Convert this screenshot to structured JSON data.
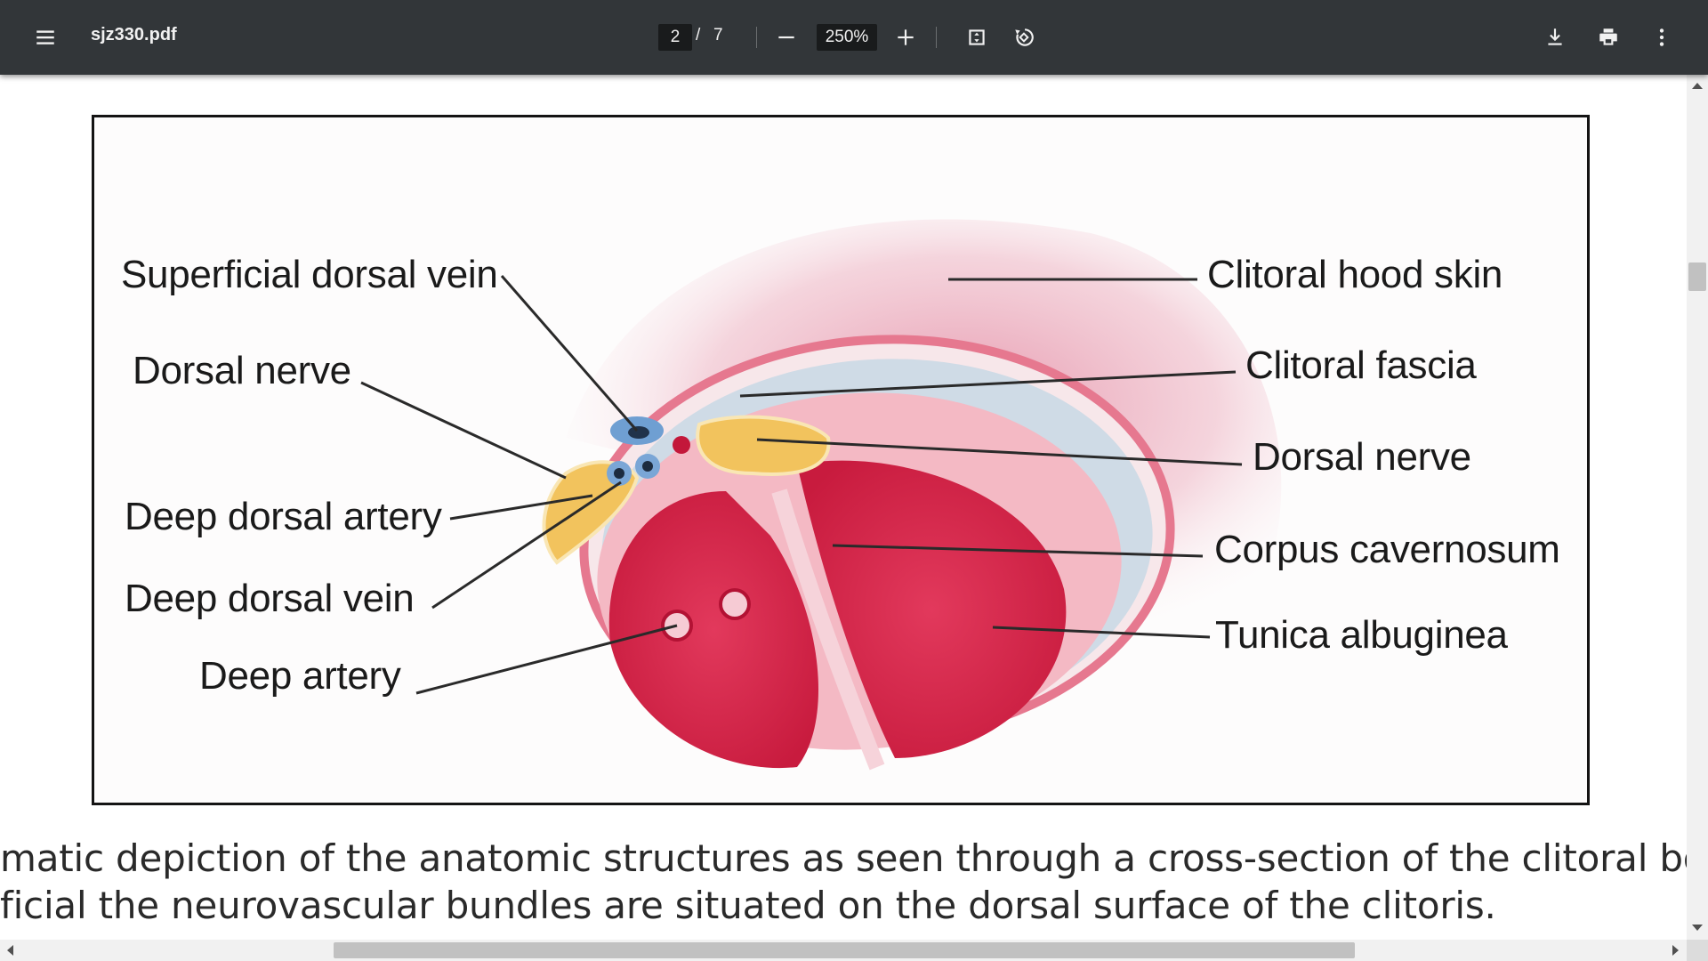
{
  "toolbar": {
    "file_name": "sjz330.pdf",
    "current_page": "2",
    "page_separator": "/",
    "total_pages": "7",
    "zoom_level": "250%",
    "icons": [
      "menu-icon",
      "minus-icon",
      "plus-icon",
      "fit-page-icon",
      "rotate-icon",
      "download-icon",
      "print-icon",
      "more-vertical-icon"
    ]
  },
  "figure": {
    "labels_left": [
      "Superficial dorsal vein",
      "Dorsal nerve",
      "Deep dorsal artery",
      "Deep dorsal vein",
      "Deep artery"
    ],
    "labels_right": [
      "Clitoral hood skin",
      "Clitoral fascia",
      "Dorsal nerve",
      "Corpus cavernosum",
      "Tunica albuginea"
    ]
  },
  "caption": {
    "line1": "matic depiction of the anatomic structures as seen through a cross-section of the clitoral body. It",
    "line2": "ficial the neurovascular bundles are situated on the dorsal surface of the clitoris."
  },
  "colors": {
    "toolbar_bg": "#323639",
    "tissue_red": "#d8294a",
    "nerve_yellow": "#f1c05a",
    "vein_blue": "#6f9fd2"
  }
}
